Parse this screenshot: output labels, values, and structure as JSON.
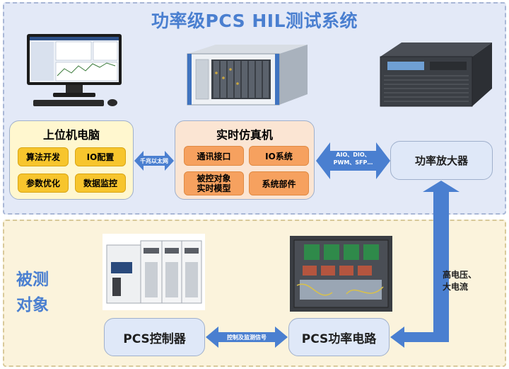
{
  "title": "功率级PCS HIL测试系统",
  "host_pc": {
    "title": "上位机电脑",
    "items": [
      "算法开发",
      "IO配置",
      "参数优化",
      "数据监控"
    ]
  },
  "simulator": {
    "title": "实时仿真机",
    "items": [
      "通讯接口",
      "IO系统",
      "被控对象\n实时模型",
      "系统部件"
    ]
  },
  "amplifier": {
    "title": "功率放大器"
  },
  "links": {
    "ethernet": "千兆以太网",
    "io_signals": "AIO、DIO、\nPWM、SFP…",
    "high_power": "高电压、\n大电流",
    "control_signals": "控制及监测信号"
  },
  "dut": {
    "label": "被测\n对象"
  },
  "pcs_controller": {
    "title": "PCS控制器"
  },
  "pcs_power": {
    "title": "PCS功率电路"
  },
  "colors": {
    "title_blue": "#4a7fd0",
    "arrow_blue": "#4a7fd0",
    "top_bg": "#e3e9f7",
    "bottom_bg": "#fbf3dc",
    "chip_yellow": "#f7c52d",
    "chip_orange": "#f6a15f"
  }
}
